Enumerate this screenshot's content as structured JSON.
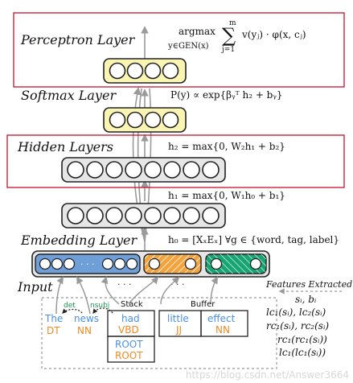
{
  "layers": {
    "perceptron": "Perceptron Layer",
    "softmax": "Softmax Layer",
    "hidden": "Hidden Layers",
    "embedding": "Embedding Layer",
    "input": "Input"
  },
  "equations": {
    "perceptron_argmax": "argmax",
    "perceptron_under": "y∈GEN(x)",
    "perceptron_sigma": "∑",
    "perceptron_top": "m",
    "perceptron_bottom": "j=1",
    "perceptron_body": "v(yⱼ) · φ(x, cⱼ)",
    "softmax": "P(y) ∝ exp{βᵧᵀ h₂ + bᵧ}",
    "h2": "h₂ = max{0, W₂h₁ + b₂}",
    "h1": "h₁ = max{0, W₁h₀ + b₁}",
    "h0": "h₀ = [XₓEₓ] ∀g ∈ {word, tag, label}"
  },
  "embedding": {
    "dots": "· · ·"
  },
  "input": {
    "ellipsis_left": "· · ·",
    "ellipsis_right": "· · ·",
    "stack_label": "Stack",
    "buffer_label": "Buffer",
    "arc_det": "det",
    "arc_nsubj": "nsubj",
    "tokens": [
      {
        "word": "The",
        "tag": "DT"
      },
      {
        "word": "news",
        "tag": "NN"
      },
      {
        "word": "had",
        "tag": "VBD"
      },
      {
        "word": "little",
        "tag": "JJ"
      },
      {
        "word": "effect",
        "tag": "NN"
      }
    ],
    "root_word": "ROOT",
    "root_tag": "ROOT"
  },
  "features": {
    "title": "Features Extracted",
    "lines": [
      "sᵢ, bᵢ",
      "lc₁(sᵢ), lc₂(sᵢ)",
      "rc₁(sᵢ), rc₂(sᵢ)",
      "rc₁(rc₁(sᵢ))",
      "lc₁(lc₁(sᵢ))"
    ]
  },
  "watermark": "https://blog.csdn.net/Answer3664",
  "colors": {
    "frame_red": "#c8102e",
    "yellow_fill": "#fbf5b4",
    "yellow_stroke": "#3a3a20",
    "neuron_gray": "#e6e6e6",
    "blue_fill": "#6f9fd8",
    "orange_fill": "#f4a23c",
    "green_fill": "#17a673",
    "word_blue": "#4a90e2",
    "word_orange": "#f08a24",
    "arc_green": "#1a9a50",
    "arrow_gray": "#9a9a9a"
  }
}
